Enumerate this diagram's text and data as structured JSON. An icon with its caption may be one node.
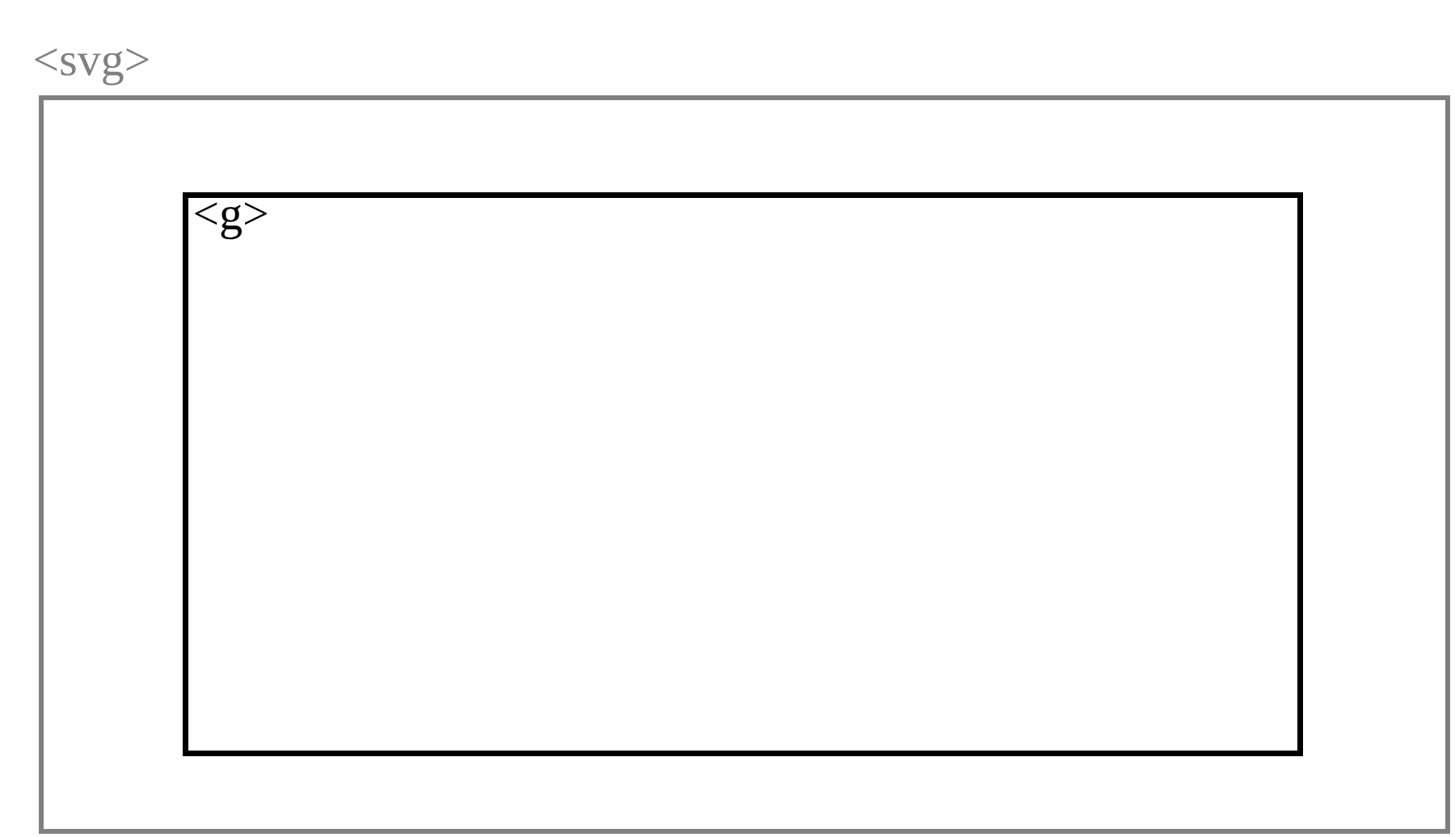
{
  "diagram": {
    "nodes": [
      {
        "text": [
          "<svg>"
        ]
      },
      {
        "text": [
          "<g>"
        ],
        "in": 0
      }
    ]
  }
}
